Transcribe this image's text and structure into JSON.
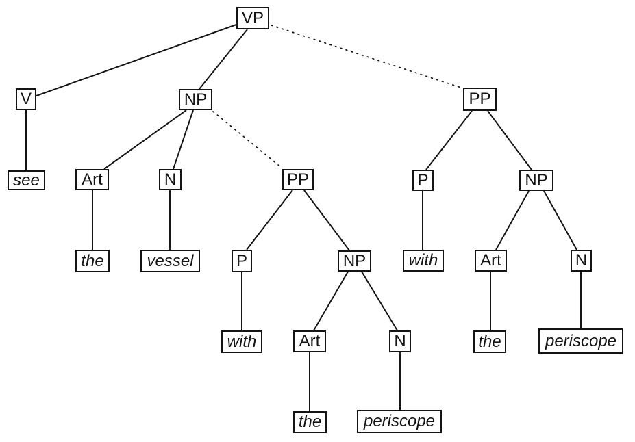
{
  "diagram": {
    "type": "syntax-parse-tree",
    "description": "Verb phrase parse tree with ambiguous prepositional-phrase attachment; dotted edges mark the two alternative attachment sites of the PP",
    "sentence_terminals": [
      "see",
      "the",
      "vessel",
      "with",
      "the",
      "periscope"
    ]
  },
  "nodes": {
    "vp": {
      "label": "VP"
    },
    "v": {
      "label": "V"
    },
    "np_obj": {
      "label": "NP"
    },
    "see": {
      "label": "see"
    },
    "art_obj": {
      "label": "Art"
    },
    "n_obj": {
      "label": "N"
    },
    "pp_low": {
      "label": "PP"
    },
    "the_obj": {
      "label": "the"
    },
    "vessel": {
      "label": "vessel"
    },
    "p_low": {
      "label": "P"
    },
    "np_low": {
      "label": "NP"
    },
    "with_low": {
      "label": "with"
    },
    "art_low": {
      "label": "Art"
    },
    "n_low": {
      "label": "N"
    },
    "the_low": {
      "label": "the"
    },
    "periscope_low": {
      "label": "periscope"
    },
    "pp_high": {
      "label": "PP"
    },
    "p_high": {
      "label": "P"
    },
    "np_high": {
      "label": "NP"
    },
    "with_high": {
      "label": "with"
    },
    "art_high": {
      "label": "Art"
    },
    "n_high": {
      "label": "N"
    },
    "the_high": {
      "label": "the"
    },
    "periscope_high": {
      "label": "periscope"
    }
  },
  "edges": {
    "solid": [
      "vp-v",
      "vp-np_obj",
      "v-see",
      "np_obj-art_obj",
      "np_obj-n_obj",
      "art_obj-the_obj",
      "n_obj-vessel",
      "pp_low-p_low",
      "pp_low-np_low",
      "p_low-with_low",
      "np_low-art_low",
      "np_low-n_low",
      "art_low-the_low",
      "n_low-periscope_low",
      "pp_high-p_high",
      "pp_high-np_high",
      "p_high-with_high",
      "np_high-art_high",
      "np_high-n_high",
      "art_high-the_high",
      "n_high-periscope_high"
    ],
    "dotted": [
      "vp-pp_high",
      "np_obj-pp_low"
    ]
  }
}
